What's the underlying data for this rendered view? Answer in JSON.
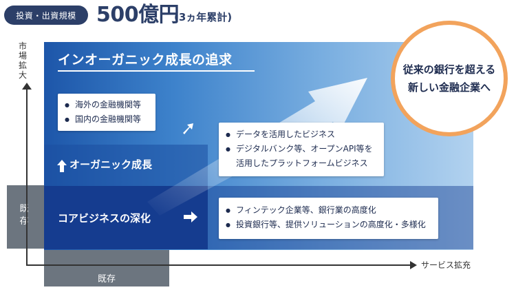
{
  "header": {
    "badge": "投資・出資規模",
    "amount": "500億円",
    "amount_note": "(3ヵ年累計)"
  },
  "axes": {
    "y_label": "市場拡大",
    "x_label": "サービス拡充",
    "existing_y": "既存",
    "existing_x": "既存"
  },
  "diagram": {
    "title": "インオーガニック成長の追求",
    "inorganic_items": [
      "海外の金融機関等",
      "国内の金融機関等"
    ],
    "organic_label": "オーガニック成長",
    "organic_items": [
      "データを活用したビジネス",
      "デジタルバンク等、オープンAPI等を活用したプラットフォームビジネス"
    ],
    "core_label": "コアビジネスの深化",
    "core_items": [
      "フィンテック企業等、銀行業の高度化",
      "投資銀行等、提供ソリューションの高度化・多様化"
    ],
    "goal_line1": "従来の銀行を超える",
    "goal_line2": "新しい金融企業へ"
  },
  "colors": {
    "navy": "#2c3f68",
    "gray": "#6c757f",
    "blue_dark": "#153c8f",
    "blue_light": "#b2d2ef",
    "orange": "#f2a35c"
  }
}
